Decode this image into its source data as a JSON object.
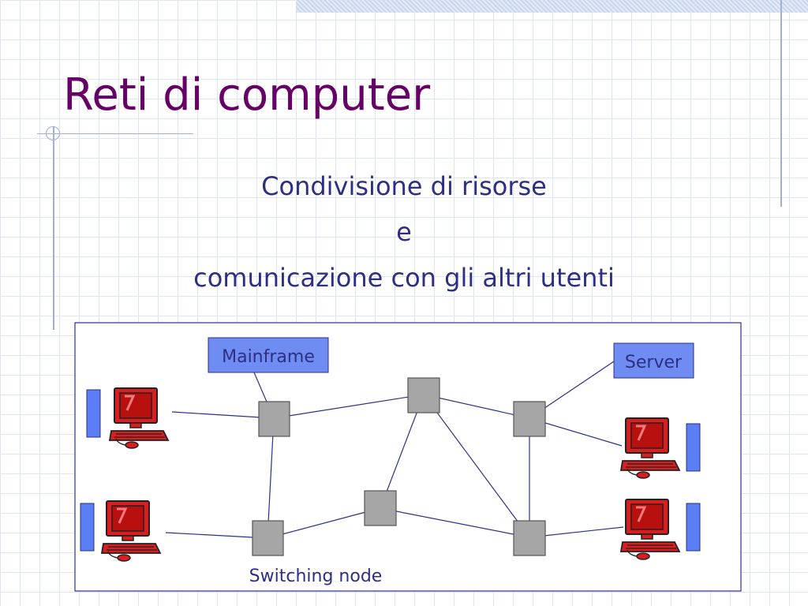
{
  "slide": {
    "title": "Reti di computer",
    "subtitle_lines": [
      "Condivisione di risorse",
      "e",
      "comunicazione con gli altri utenti"
    ]
  },
  "diagram": {
    "labels": {
      "mainframe": "Mainframe",
      "server": "Server",
      "switching_node": "Switching node"
    },
    "colors": {
      "node_fill": "#a6a6a6",
      "label_box_fill": "#6f8cf2",
      "terminal_bar": "#5b7ef5",
      "computer_red": "#d81e1e",
      "text": "#2d2f85"
    }
  }
}
